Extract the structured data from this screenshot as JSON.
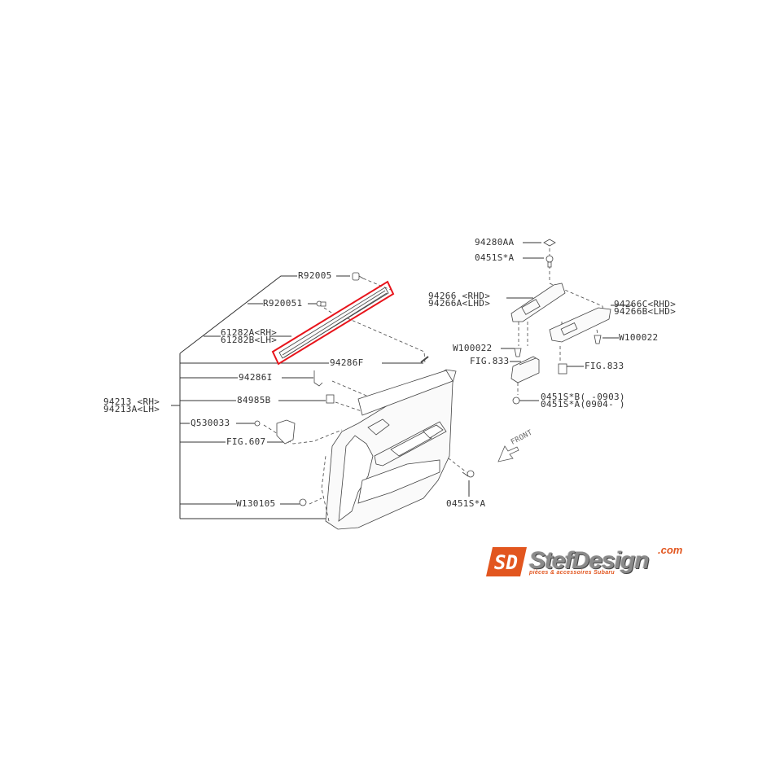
{
  "diagram": {
    "title": "Front door trim panel parts diagram",
    "highlight_color": "#e8141b",
    "line_color": "#333333",
    "highlighted_part": "61282A<RH> / 61282B<LH>"
  },
  "labels": {
    "r92005": "R92005",
    "r920051": "R920051",
    "p61282": "61282A<RH>\n61282B<LH>",
    "p94286f": "94286F",
    "p94286i": "94286I",
    "p84985b": "84985B",
    "p94213": "94213 <RH>\n94213A<LH>",
    "q530033": "Q530033",
    "fig607": "FIG.607",
    "w130105": "W130105",
    "s0451a_bottom": "0451S*A",
    "p94280aa": "94280AA",
    "s0451a_top": "0451S*A",
    "p94266": "94266 <RHD>\n94266A<LHD>",
    "p94266c": "94266C<RHD>\n94266B<LHD>",
    "w100022_left": "W100022",
    "w100022_right": "W100022",
    "fig833_left": "FIG.833",
    "fig833_right": "FIG.833",
    "s0451_range": "0451S*B( -0903)\n0451S*A(0904- )",
    "front": "FRONT"
  },
  "logo": {
    "mark": "SD",
    "name": "StefDesign",
    "domain": ".com",
    "tagline": "pièces & accessoires Subaru",
    "orange": "#e2561f",
    "grey": "#8a8a8a"
  }
}
